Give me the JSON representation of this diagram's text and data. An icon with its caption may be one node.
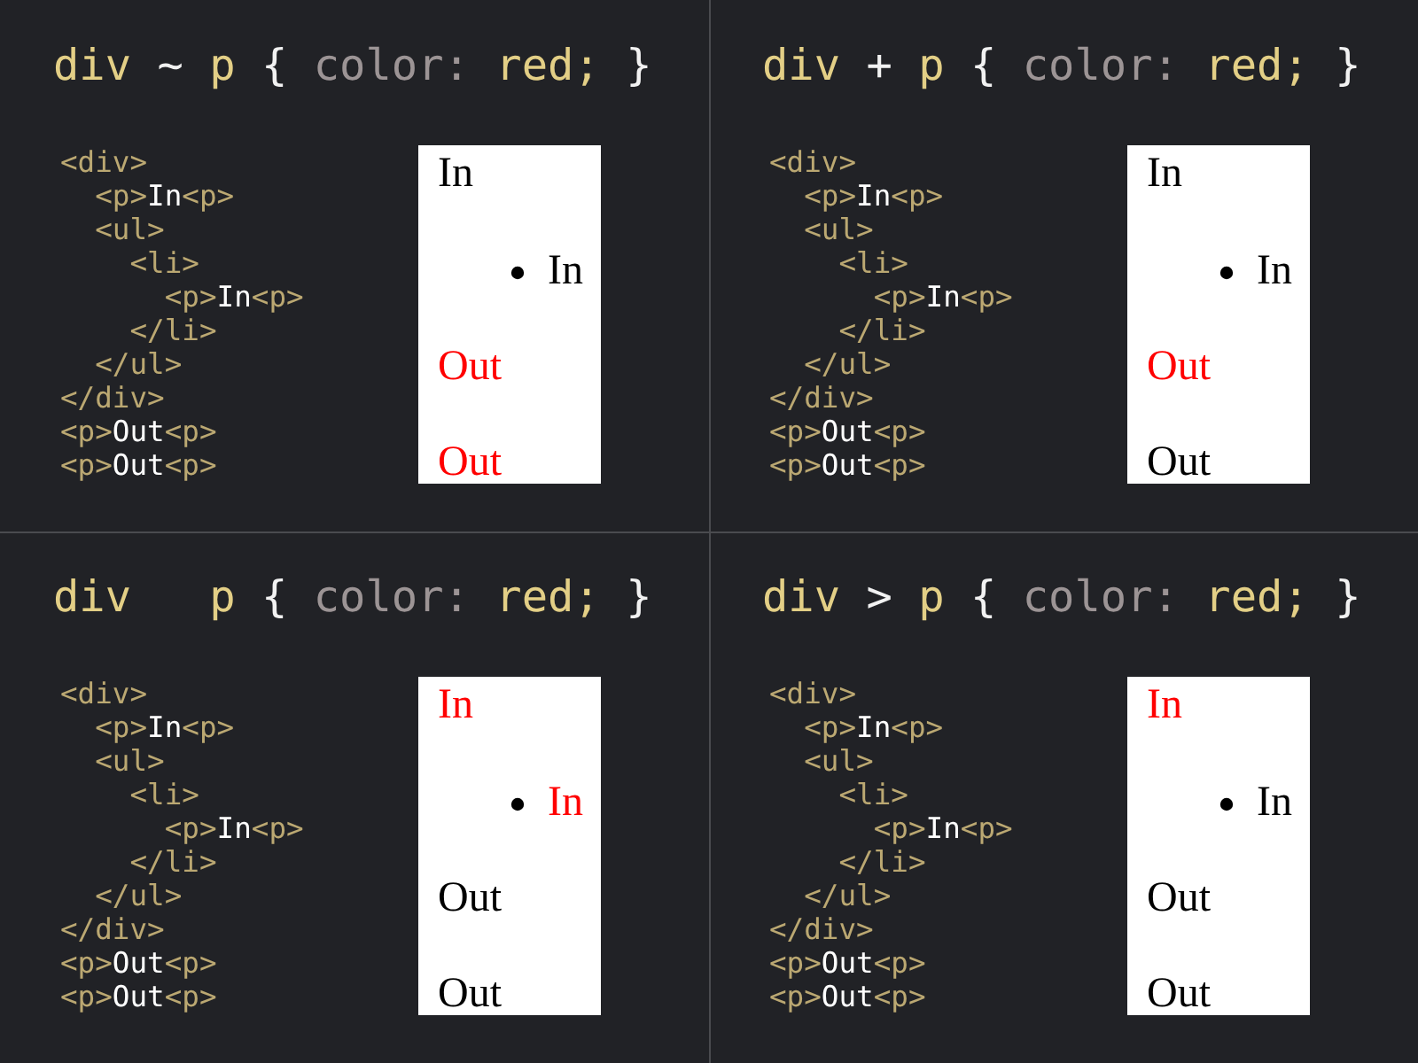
{
  "diagram": {
    "nodes": [
      {
        "text": [
          "In",
          "In",
          "Out",
          "Out"
        ]
      },
      {
        "text": [
          "In",
          "In",
          "Out",
          "Out"
        ]
      },
      {
        "text": [
          "In",
          "In",
          "Out",
          "Out"
        ]
      },
      {
        "text": [
          "In",
          "In",
          "Out",
          "Out"
        ]
      }
    ],
    "labels": [
      "div ~ p { color: red; }",
      "<div>",
      "<p>In<p>",
      "<ul>",
      "<li>",
      "<p>In<p>",
      "</li>",
      "</ul>",
      "</div>",
      "<p>Out<p>",
      "<p>Out<p>",
      "div + p { color: red; }",
      "<div>",
      "<p>In<p>",
      "<ul>",
      "<li>",
      "<p>In<p>",
      "</li>",
      "</ul>",
      "</div>",
      "<p>Out<p>",
      "<p>Out<p>",
      "div   p { color: red; }",
      "<div>",
      "<p>In<p>",
      "<ul>",
      "<li>",
      "<p>In<p>",
      "</li>",
      "</ul>",
      "</div>",
      "<p>Out<p>",
      "<p>Out<p>",
      "div > p { color: red; }",
      "<div>",
      "<p>In<p>",
      "<ul>",
      "<li>",
      "<p>In<p>",
      "</li>",
      "</ul>",
      "</div>",
      "<p>Out<p>",
      "<p>Out<p>"
    ]
  }
}
